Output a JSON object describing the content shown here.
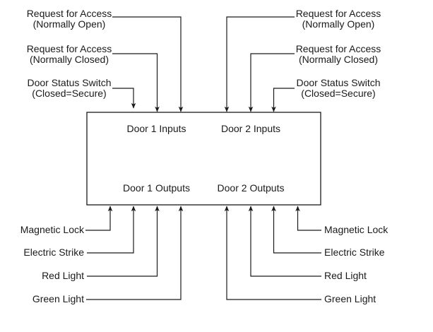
{
  "diagram": {
    "box_labels": {
      "door1_inputs": "Door 1 Inputs",
      "door2_inputs": "Door 2 Inputs",
      "door1_outputs": "Door 1 Outputs",
      "door2_outputs": "Door 2 Outputs"
    },
    "door1_input_labels": [
      {
        "line1": "Request for Access",
        "line2": "(Normally Open)"
      },
      {
        "line1": "Request for Access",
        "line2": "(Normally Closed)"
      },
      {
        "line1": "Door Status Switch",
        "line2": "(Closed=Secure)"
      }
    ],
    "door2_input_labels": [
      {
        "line1": "Request for Access",
        "line2": "(Normally Open)"
      },
      {
        "line1": "Request for Access",
        "line2": "(Normally Closed)"
      },
      {
        "line1": "Door Status Switch",
        "line2": "(Closed=Secure)"
      }
    ],
    "door1_output_labels": [
      {
        "label": "Magnetic Lock"
      },
      {
        "label": "Electric Strike"
      },
      {
        "label": "Red Light"
      },
      {
        "label": "Green Light"
      }
    ],
    "door2_output_labels": [
      {
        "label": "Magnetic Lock"
      },
      {
        "label": "Electric Strike"
      },
      {
        "label": "Red Light"
      },
      {
        "label": "Green Light"
      }
    ],
    "colors": {
      "line": "#1a1a1a",
      "background": "#ffffff"
    }
  }
}
